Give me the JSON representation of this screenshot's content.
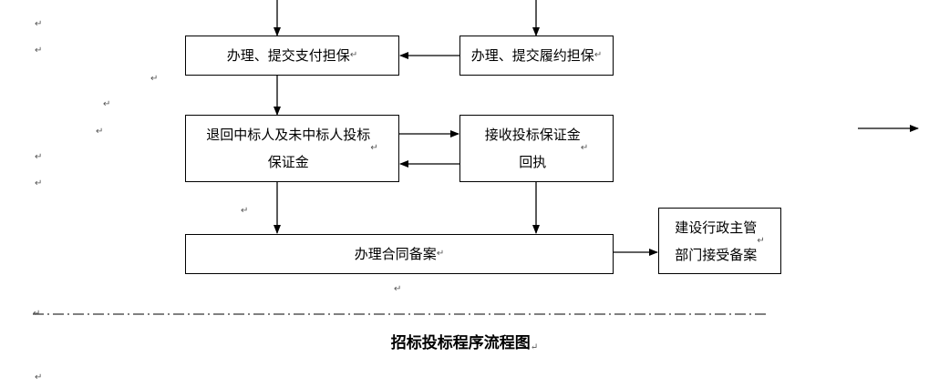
{
  "diagram": {
    "title": "招标投标程序流程图",
    "nodes": {
      "submit_payment_guarantee": "办理、提交支付担保",
      "submit_performance_guarantee": "办理、提交履约担保",
      "return_bid_bonds": "退回中标人及未中标人投标\n保证金",
      "receive_bid_bond_receipt": "接收投标保证金\n回执",
      "contract_filing": "办理合同备案",
      "authority_accepts_filing": "建设行政主管\n部门接受备案"
    },
    "paragraph_mark": "↵"
  }
}
